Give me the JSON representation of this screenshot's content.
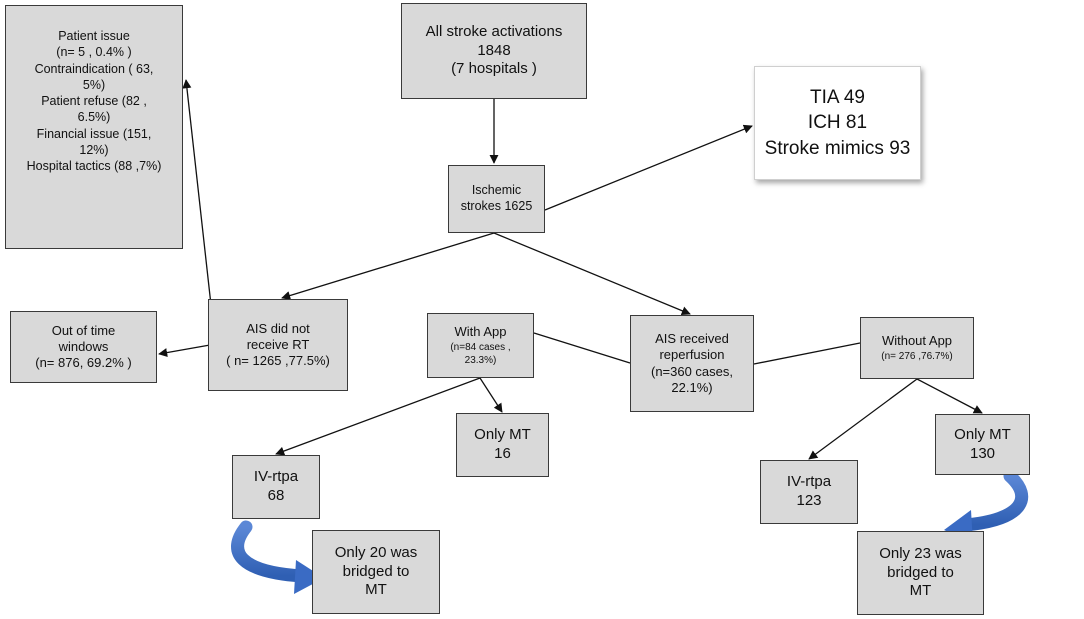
{
  "all_activations": {
    "line1": "All stroke activations",
    "line2": "1848",
    "line3": "(7 hospitals )"
  },
  "ischemic": {
    "line1": "Ischemic",
    "line2": "strokes 1625"
  },
  "excluded": {
    "line1": "TIA 49",
    "line2": "ICH 81",
    "line3": "Stroke mimics 93"
  },
  "reasons": {
    "lines": [
      "Patient issue",
      "(n= 5 , 0.4% )",
      "Contraindication ( 63,",
      "5%)",
      "Patient refuse (82 ,",
      "6.5%)",
      "Financial issue (151,",
      "12%)",
      "Hospital tactics (88 ,7%)"
    ]
  },
  "not_received": {
    "line1": "AIS did not",
    "line2": "receive RT",
    "line3": "( n= 1265 ,77.5%)"
  },
  "out_of_time": {
    "line1": "Out of time",
    "line2": "windows",
    "line3": "(n= 876, 69.2% )"
  },
  "with_app": {
    "title": "With App",
    "line1": "(n=84 cases ,",
    "line2": "23.3%)"
  },
  "received": {
    "line1": "AIS received",
    "line2": "reperfusion",
    "line3": "(n=360 cases,",
    "line4": "22.1%)"
  },
  "without_app": {
    "title": "Without App",
    "line1": "(n= 276 ,76.7%)"
  },
  "with_app_mt": {
    "line1": "Only MT",
    "line2": "16"
  },
  "with_app_iv": {
    "line1": "IV-rtpa",
    "line2": "68"
  },
  "with_app_bridged": {
    "line1": "Only 20 was",
    "line2": "bridged to",
    "line3": "MT"
  },
  "without_app_mt": {
    "line1": "Only MT",
    "line2": "130"
  },
  "without_app_iv": {
    "line1": "IV-rtpa",
    "line2": "123"
  },
  "without_app_bridged": {
    "line1": "Only 23 was",
    "line2": "bridged to",
    "line3": "MT"
  },
  "colors": {
    "box_fill": "#d9d9d9",
    "box_border": "#3a3a3a",
    "curved_arrow": "#4472c4",
    "connector": "#111111"
  }
}
